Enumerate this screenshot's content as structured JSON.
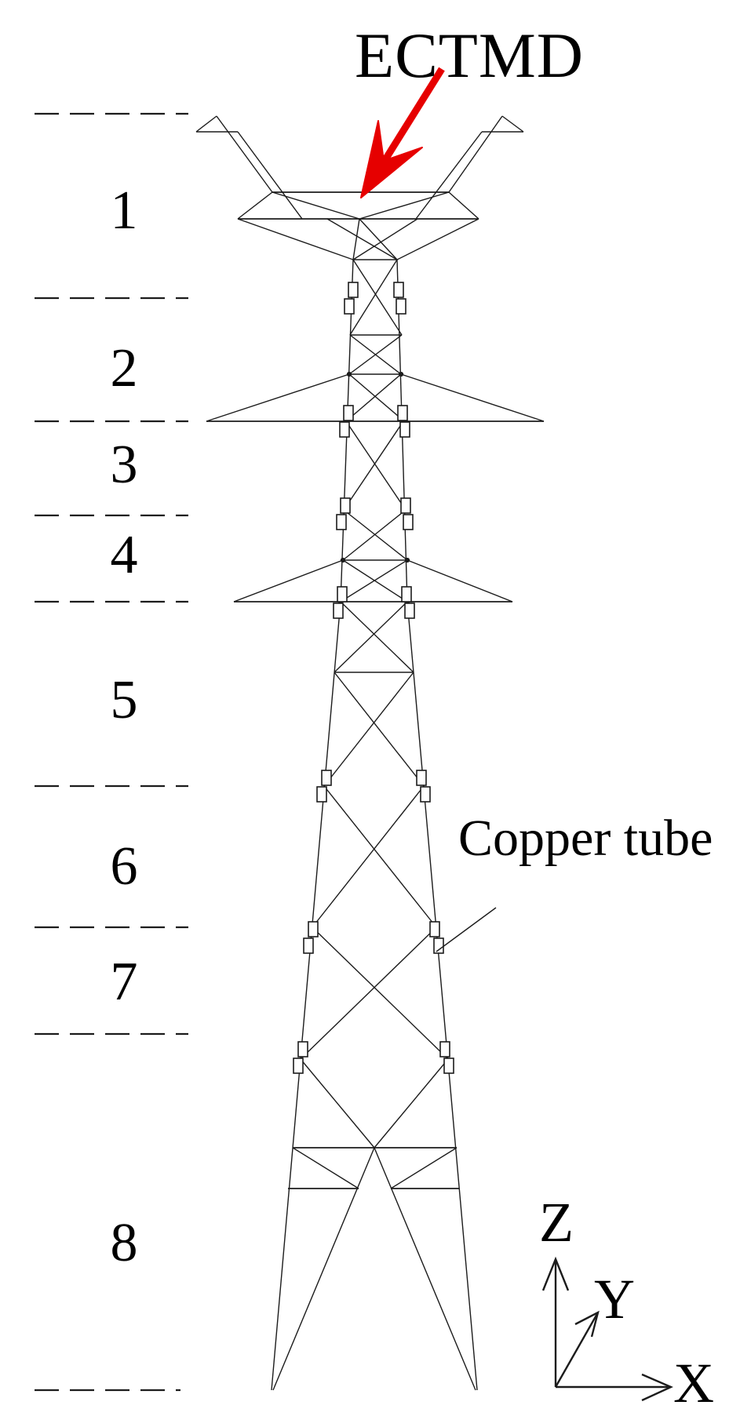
{
  "annotations": {
    "ectmd": "ECTMD",
    "copper_tube": "Copper tube"
  },
  "sections": [
    "1",
    "2",
    "3",
    "4",
    "5",
    "6",
    "7",
    "8"
  ],
  "axes": {
    "x": "X",
    "y": "Y",
    "z": "Z"
  },
  "colors": {
    "line_black": "#1c1c1c",
    "arrow_red": "#e60000",
    "background": "#ffffff"
  }
}
